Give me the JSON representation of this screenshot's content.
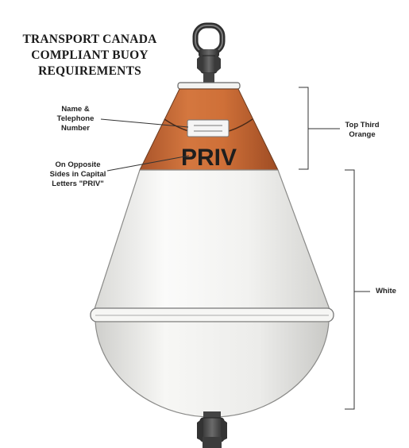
{
  "title": {
    "lines": [
      "TRANSPORT CANADA",
      "COMPLIANT BUOY",
      "REQUIREMENTS"
    ]
  },
  "callouts": {
    "name_phone": {
      "lines": [
        "Name &",
        "Telephone",
        "Number"
      ]
    },
    "opposite_sides": {
      "lines": [
        "On Opposite",
        "Sides in Capital",
        "Letters \"PRIV\""
      ]
    },
    "top_third": {
      "lines": [
        "Top Third",
        "Orange"
      ]
    },
    "white": {
      "text": "White"
    }
  },
  "buoy": {
    "marking_text": "PRIV",
    "colors": {
      "orange": "#c8693a",
      "white": "#f4f4f2",
      "hardware": "#3b3b3b"
    }
  }
}
